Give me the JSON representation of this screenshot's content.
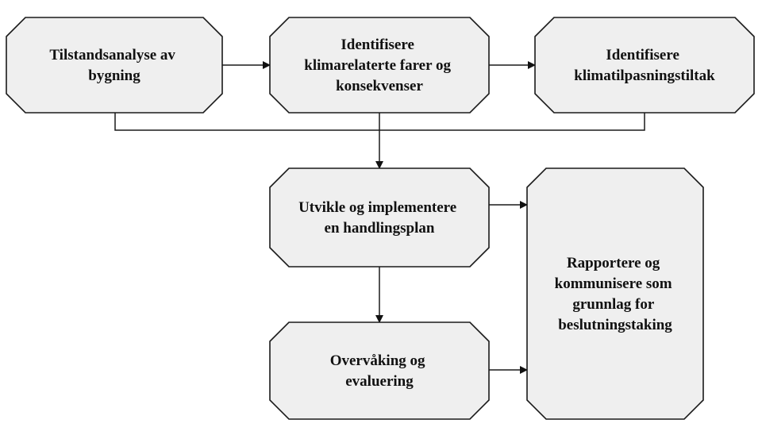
{
  "diagram": {
    "nodes": [
      {
        "id": "tilstandsanalyse",
        "lines": [
          "Tilstandsanalyse av",
          "bygning"
        ]
      },
      {
        "id": "identifisere-farer",
        "lines": [
          "Identifisere",
          "klimarelaterte farer og",
          "konsekvenser"
        ]
      },
      {
        "id": "identifisere-tiltak",
        "lines": [
          "Identifisere",
          "klimatilpasningstiltak"
        ]
      },
      {
        "id": "handlingsplan",
        "lines": [
          "Utvikle og implementere",
          "en handlingsplan"
        ]
      },
      {
        "id": "overvaking",
        "lines": [
          "Overvåking og",
          "evaluering"
        ]
      },
      {
        "id": "rapportere",
        "lines": [
          "Rapportere og",
          "kommunisere som",
          "grunnlag for",
          "beslutningstaking"
        ]
      }
    ],
    "colors": {
      "node_fill": "#efefef",
      "stroke": "#1a1a1a",
      "text": "#111111"
    }
  }
}
